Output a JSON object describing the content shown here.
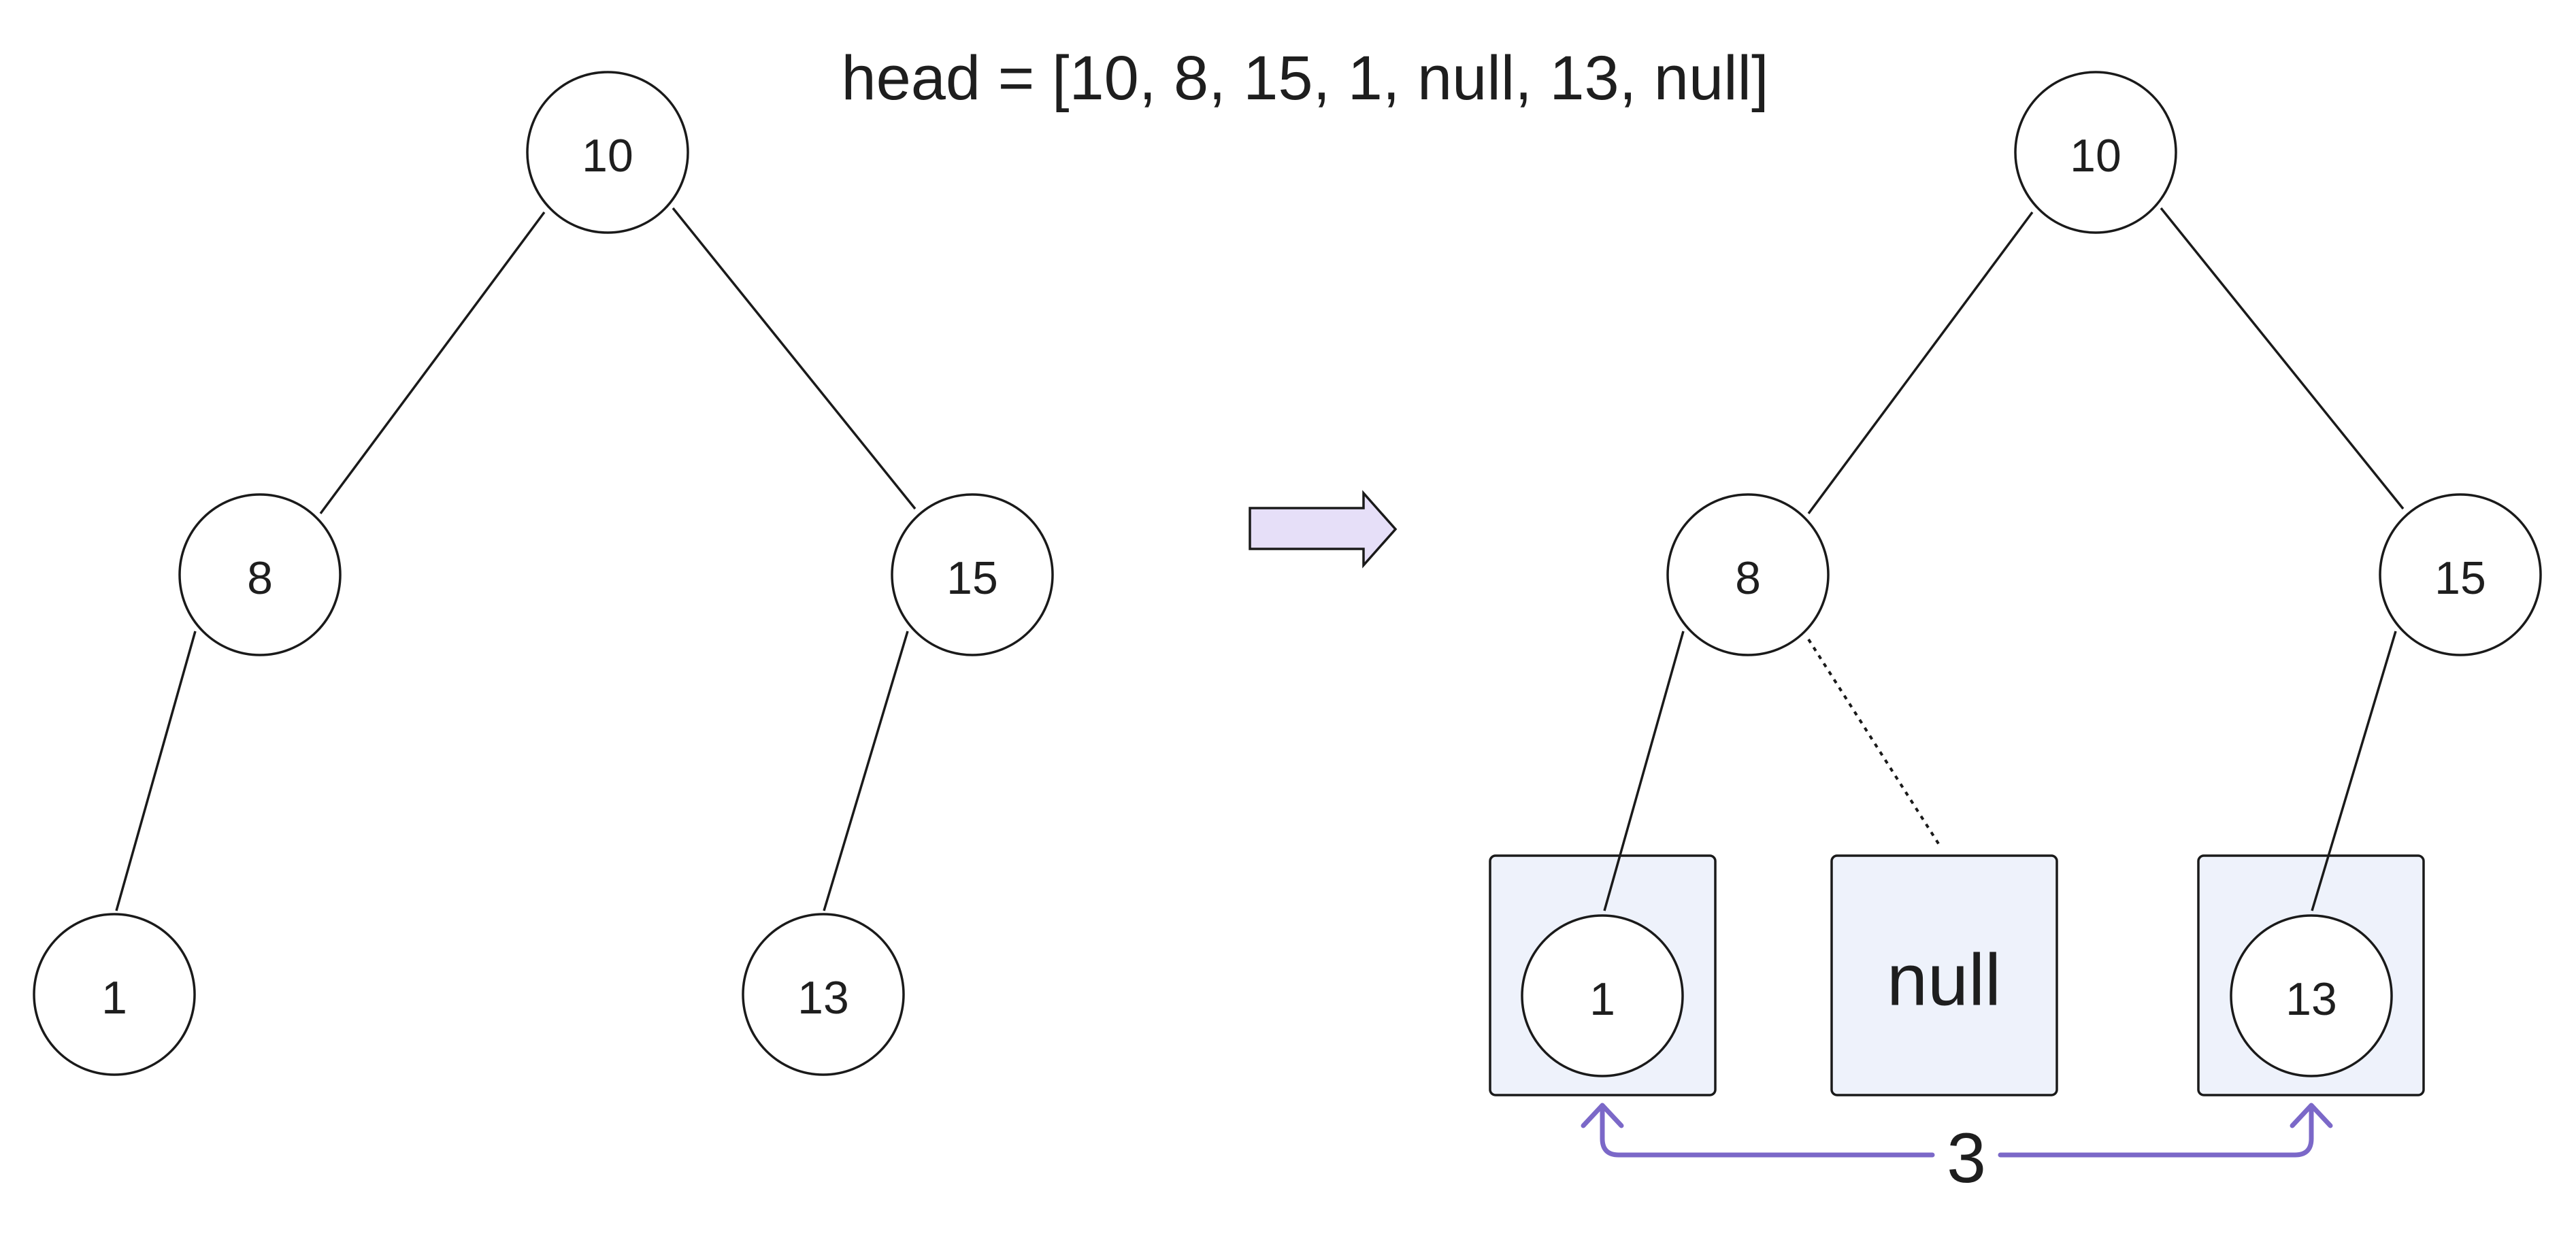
{
  "title": "head = [10, 8, 15, 1, null, 13, null]",
  "left_tree": {
    "nodes": {
      "root": "10",
      "left": "8",
      "right": "15",
      "left_left": "1",
      "right_left": "13"
    }
  },
  "right_tree": {
    "nodes": {
      "root": "10",
      "left": "8",
      "right": "15",
      "left_left": "1",
      "right_left": "13"
    },
    "null_box_label": "null",
    "width_value": "3"
  },
  "colors": {
    "arrow_fill": "#e6dff8",
    "leaf_box_fill": "#eef2fb",
    "width_indicator": "#7b68c8",
    "stroke": "#1a1a1a"
  }
}
